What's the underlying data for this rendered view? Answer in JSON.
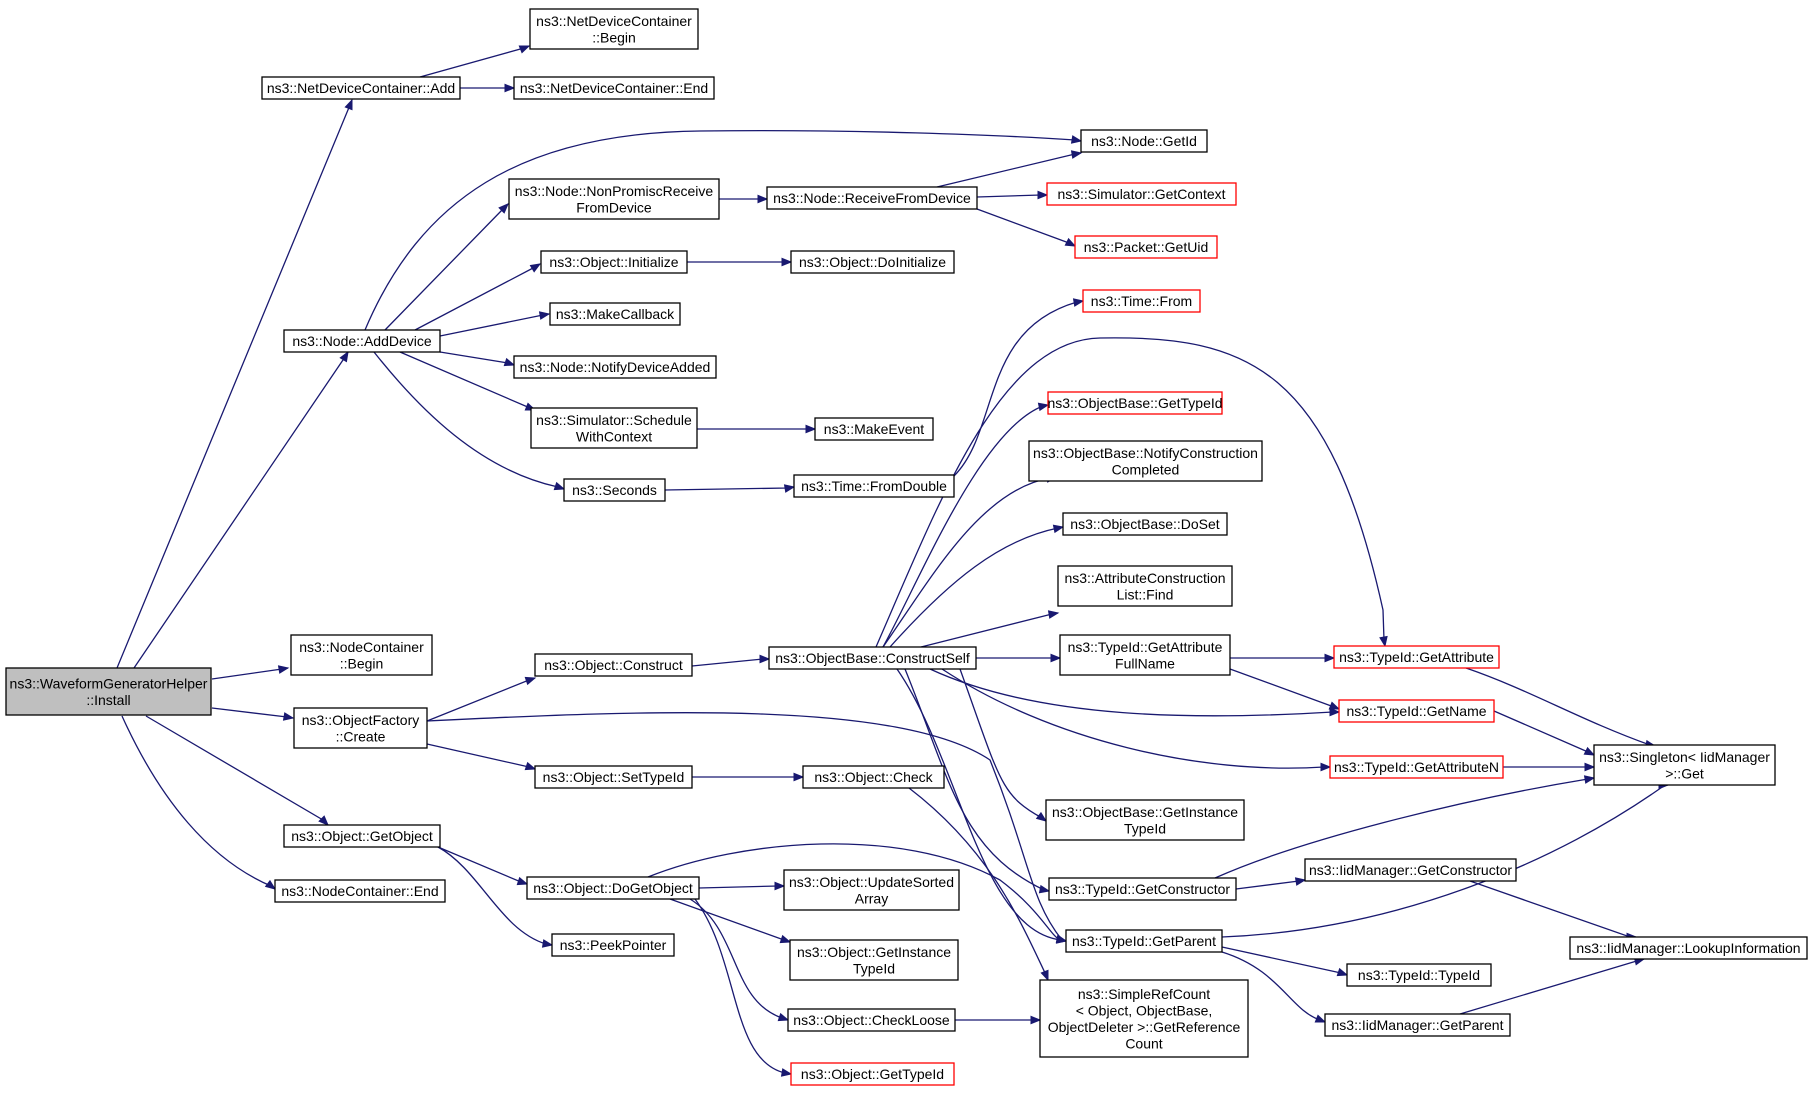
{
  "colors": {
    "edge": "#191970",
    "border": "#000000",
    "truncated_border": "#ff0000",
    "root_fill": "#bfbfbf",
    "background": "#ffffff"
  },
  "nodes": {
    "root": [
      "ns3::WaveformGeneratorHelper",
      "::Install"
    ],
    "netdev_add": [
      "ns3::NetDeviceContainer::Add"
    ],
    "netdev_begin": [
      "ns3::NetDeviceContainer",
      "::Begin"
    ],
    "netdev_end": [
      "ns3::NetDeviceContainer::End"
    ],
    "node_getid": [
      "ns3::Node::GetId"
    ],
    "node_nonpromisc": [
      "ns3::Node::NonPromiscReceive",
      "FromDevice"
    ],
    "node_receive": [
      "ns3::Node::ReceiveFromDevice"
    ],
    "sim_getcontext": [
      "ns3::Simulator::GetContext"
    ],
    "packet_getuid": [
      "ns3::Packet::GetUid"
    ],
    "obj_initialize": [
      "ns3::Object::Initialize"
    ],
    "obj_doinitialize": [
      "ns3::Object::DoInitialize"
    ],
    "makecallback": [
      "ns3::MakeCallback"
    ],
    "node_adddevice": [
      "ns3::Node::AddDevice"
    ],
    "node_notify": [
      "ns3::Node::NotifyDeviceAdded"
    ],
    "sim_schedule": [
      "ns3::Simulator::Schedule",
      "WithContext"
    ],
    "makeevent": [
      "ns3::MakeEvent"
    ],
    "seconds": [
      "ns3::Seconds"
    ],
    "time_fromdouble": [
      "ns3::Time::FromDouble"
    ],
    "time_from": [
      "ns3::Time::From"
    ],
    "ob_gettypeid": [
      "ns3::ObjectBase::GetTypeId"
    ],
    "ob_notify": [
      "ns3::ObjectBase::NotifyConstruction",
      "Completed"
    ],
    "ob_doset": [
      "ns3::ObjectBase::DoSet"
    ],
    "acl_find": [
      "ns3::AttributeConstruction",
      "List::Find"
    ],
    "nc_begin": [
      "ns3::NodeContainer",
      "::Begin"
    ],
    "obj_construct": [
      "ns3::Object::Construct"
    ],
    "ob_constructself": [
      "ns3::ObjectBase::ConstructSelf"
    ],
    "tid_getattrfull": [
      "ns3::TypeId::GetAttribute",
      "FullName"
    ],
    "tid_getattr": [
      "ns3::TypeId::GetAttribute"
    ],
    "of_create": [
      "ns3::ObjectFactory",
      "::Create"
    ],
    "tid_getname": [
      "ns3::TypeId::GetName"
    ],
    "singleton_get": [
      "ns3::Singleton< IidManager",
      ">::Get"
    ],
    "obj_settypeid": [
      "ns3::Object::SetTypeId"
    ],
    "obj_check": [
      "ns3::Object::Check"
    ],
    "tid_getattrn": [
      "ns3::TypeId::GetAttributeN"
    ],
    "ob_getinstance": [
      "ns3::ObjectBase::GetInstance",
      "TypeId"
    ],
    "obj_getobject": [
      "ns3::Object::GetObject"
    ],
    "obj_updatesorted": [
      "ns3::Object::UpdateSorted",
      "Array"
    ],
    "tid_getconstructor": [
      "ns3::TypeId::GetConstructor"
    ],
    "iid_getconstructor": [
      "ns3::IidManager::GetConstructor"
    ],
    "nc_end": [
      "ns3::NodeContainer::End"
    ],
    "obj_dogetobject": [
      "ns3::Object::DoGetObject"
    ],
    "tid_getparent": [
      "ns3::TypeId::GetParent"
    ],
    "iid_lookup": [
      "ns3::IidManager::LookupInformation"
    ],
    "peekpointer": [
      "ns3::PeekPointer"
    ],
    "obj_getinstance": [
      "ns3::Object::GetInstance",
      "TypeId"
    ],
    "tid_typeid": [
      "ns3::TypeId::TypeId"
    ],
    "obj_checkloose": [
      "ns3::Object::CheckLoose"
    ],
    "simplerefcount": [
      "ns3::SimpleRefCount",
      "< Object, ObjectBase,",
      "ObjectDeleter >::GetReference",
      "Count"
    ],
    "iid_getparent": [
      "ns3::IidManager::GetParent"
    ],
    "obj_gettypeid": [
      "ns3::Object::GetTypeId"
    ]
  }
}
